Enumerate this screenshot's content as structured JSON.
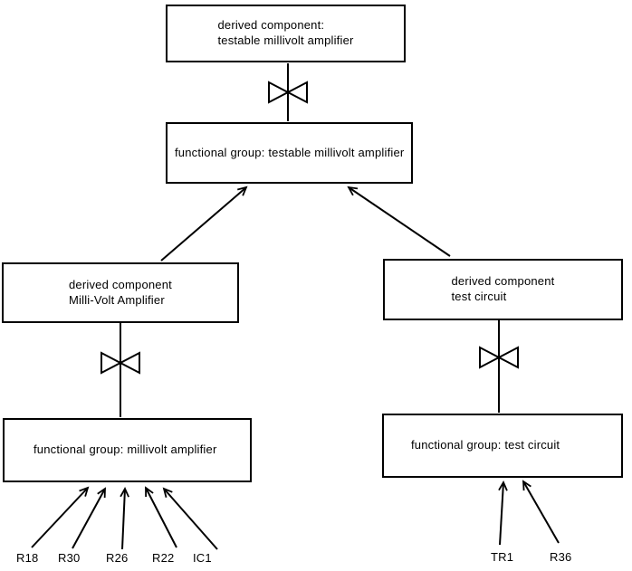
{
  "page": {
    "background": "#ffffff",
    "ink": "#000000"
  },
  "diagram": {
    "boxes": {
      "derived_testable": {
        "label": "derived component:\ntestable millivolt amplifier"
      },
      "fg_testable": {
        "label": "functional group: testable millivolt amplifier"
      },
      "derived_mva": {
        "label": "derived component\nMilli-Volt Amplifier"
      },
      "derived_test": {
        "label": "derived component\ntest circuit"
      },
      "fg_mva": {
        "label": "functional group: millivolt amplifier"
      },
      "fg_test": {
        "label": "functional group: test circuit"
      }
    },
    "components": {
      "left": [
        "R18",
        "R30",
        "R26",
        "R22",
        "IC1"
      ],
      "right": [
        "TR1",
        "R36"
      ]
    }
  }
}
